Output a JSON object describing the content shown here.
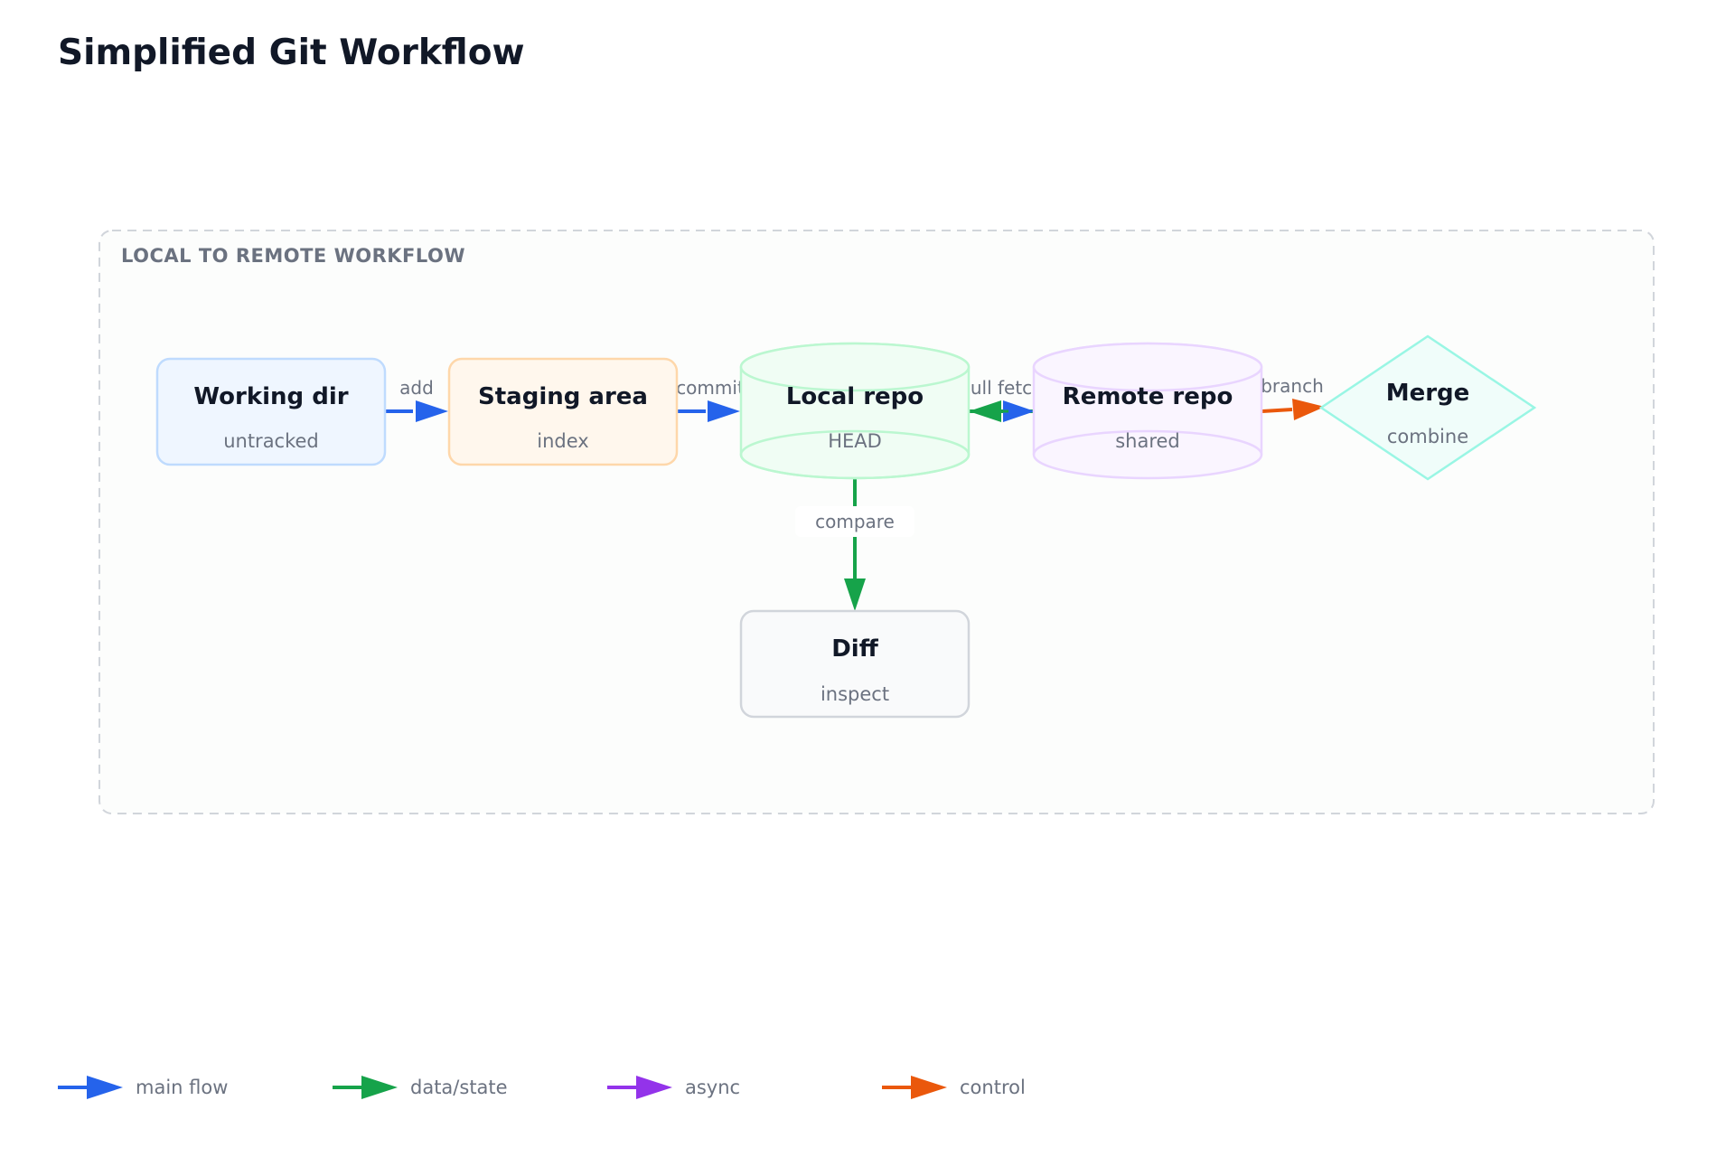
{
  "title": "Simplified Git Workflow",
  "group": {
    "label": "LOCAL TO REMOTE WORKFLOW"
  },
  "nodes": {
    "working_dir": {
      "title": "Working dir",
      "subtitle": "untracked"
    },
    "staging": {
      "title": "Staging area",
      "subtitle": "index"
    },
    "local_repo": {
      "title": "Local repo",
      "subtitle": "HEAD"
    },
    "remote_repo": {
      "title": "Remote repo",
      "subtitle": "shared"
    },
    "merge": {
      "title": "Merge",
      "subtitle": "combine"
    },
    "diff": {
      "title": "Diff",
      "subtitle": "inspect"
    }
  },
  "edges": {
    "add": "add",
    "commit": "commit",
    "pull_fetch": "pull fetch",
    "branch": "branch",
    "compare": "compare"
  },
  "legend": [
    {
      "label": "main flow",
      "color": "#2563eb"
    },
    {
      "label": "data/state",
      "color": "#16a34a"
    },
    {
      "label": "async",
      "color": "#9333ea"
    },
    {
      "label": "control",
      "color": "#ea580c"
    }
  ],
  "colors": {
    "main_flow": "#2563eb",
    "data_state": "#16a34a",
    "control": "#ea580c"
  }
}
